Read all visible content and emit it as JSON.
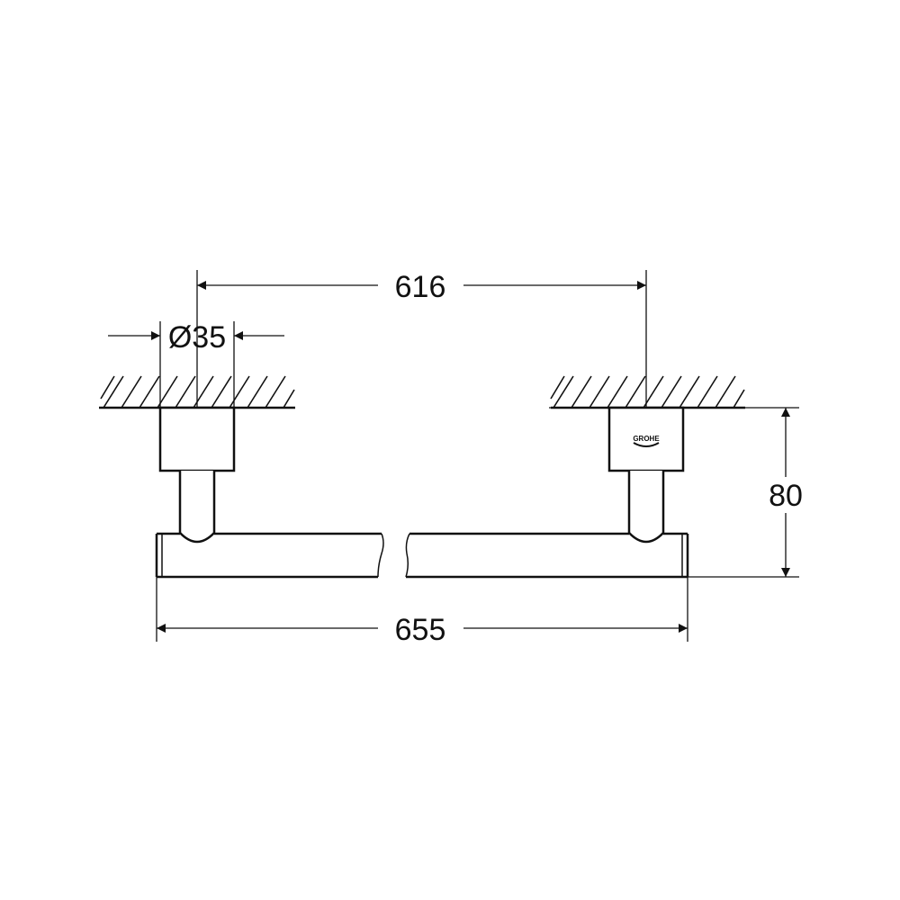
{
  "drawing": {
    "subject": "towel bar technical dimension drawing",
    "line_color": "#111111",
    "background": "#ffffff",
    "brand_logo_text": "GROHE"
  },
  "dimensions": {
    "mount_spacing": {
      "label": "616",
      "unit": "mm",
      "meaning": "center-to-center distance between wall mounts"
    },
    "mount_diameter": {
      "label": "Ø35",
      "symbol": "Ø",
      "value": "35",
      "unit": "mm",
      "meaning": "diameter of wall mount rosette"
    },
    "projection": {
      "label": "80",
      "unit": "mm",
      "meaning": "projection from wall to bar outer edge"
    },
    "overall_length": {
      "label": "655",
      "unit": "mm",
      "meaning": "overall bar length"
    }
  }
}
